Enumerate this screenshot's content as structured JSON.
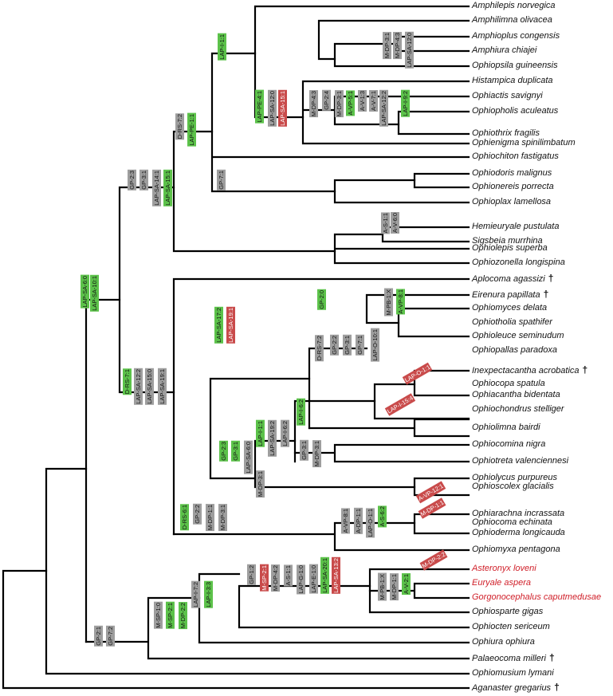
{
  "taxa": [
    {
      "name": "Amphilepis norvegica",
      "red": false,
      "extinct": false
    },
    {
      "name": "Amphilimna olivacea",
      "red": false,
      "extinct": false
    },
    {
      "name": "Amphioplus congensis",
      "red": false,
      "extinct": false
    },
    {
      "name": "Amphiura chiajei",
      "red": false,
      "extinct": false
    },
    {
      "name": "Ophiopsila guineensis",
      "red": false,
      "extinct": false
    },
    {
      "name": "Histampica duplicata",
      "red": false,
      "extinct": false
    },
    {
      "name": "Ophiactis savignyi",
      "red": false,
      "extinct": false
    },
    {
      "name": "Ophiopholis aculeatus",
      "red": false,
      "extinct": false
    },
    {
      "name": "Ophiothrix fragilis",
      "red": false,
      "extinct": false
    },
    {
      "name": "Ophienigma spinilimbatum",
      "red": false,
      "extinct": false
    },
    {
      "name": "Ophiochiton fastigatus",
      "red": false,
      "extinct": false
    },
    {
      "name": "Ophiodoris malignus",
      "red": false,
      "extinct": false
    },
    {
      "name": "Ophionereis porrecta",
      "red": false,
      "extinct": false
    },
    {
      "name": "Ophioplax lamellosa",
      "red": false,
      "extinct": false
    },
    {
      "name": "Hemieuryale pustulata",
      "red": false,
      "extinct": false
    },
    {
      "name": "Sigsbeia murrhina",
      "red": false,
      "extinct": false
    },
    {
      "name": "Ophiolepis superba",
      "red": false,
      "extinct": false
    },
    {
      "name": "Ophiozonella longispina",
      "red": false,
      "extinct": false
    },
    {
      "name": "Aplocoma agassizi",
      "red": false,
      "extinct": true
    },
    {
      "name": "Eirenura papillata",
      "red": false,
      "extinct": true
    },
    {
      "name": "Ophiomyces delata",
      "red": false,
      "extinct": false
    },
    {
      "name": "Ophiotholia spathifer",
      "red": false,
      "extinct": false
    },
    {
      "name": "Ophioleuce seminudum",
      "red": false,
      "extinct": false
    },
    {
      "name": "Ophiopallas paradoxa",
      "red": false,
      "extinct": false
    },
    {
      "name": "Inexpectacantha acrobatica",
      "red": false,
      "extinct": true
    },
    {
      "name": "Ophiocopa spatula",
      "red": false,
      "extinct": false
    },
    {
      "name": "Ophiacantha bidentata",
      "red": false,
      "extinct": false
    },
    {
      "name": "Ophiochondrus stelliger",
      "red": false,
      "extinct": false
    },
    {
      "name": "Ophiolimna bairdi",
      "red": false,
      "extinct": false
    },
    {
      "name": "Ophiocomina nigra",
      "red": false,
      "extinct": false
    },
    {
      "name": "Ophiotreta valenciennesi",
      "red": false,
      "extinct": false
    },
    {
      "name": "Ophiolycus purpureus",
      "red": false,
      "extinct": false
    },
    {
      "name": "Ophioscolex glacialis",
      "red": false,
      "extinct": false
    },
    {
      "name": "Ophiarachna incrassata",
      "red": false,
      "extinct": false
    },
    {
      "name": "Ophiocoma echinata",
      "red": false,
      "extinct": false
    },
    {
      "name": "Ophioderma longicauda",
      "red": false,
      "extinct": false
    },
    {
      "name": "Ophiomyxa pentagona",
      "red": false,
      "extinct": false
    },
    {
      "name": "Asteronyx loveni",
      "red": true,
      "extinct": false
    },
    {
      "name": "Euryale aspera",
      "red": true,
      "extinct": false
    },
    {
      "name": "Gorgonocephalus caputmedusae",
      "red": true,
      "extinct": false
    },
    {
      "name": "Ophiosparte gigas",
      "red": false,
      "extinct": false
    },
    {
      "name": "Ophiocten sericeum",
      "red": false,
      "extinct": false
    },
    {
      "name": "Ophiura ophiura",
      "red": false,
      "extinct": false
    },
    {
      "name": "Palaeocoma milleri",
      "red": false,
      "extinct": true
    },
    {
      "name": "Ophiomusium lymani",
      "red": false,
      "extinct": false
    },
    {
      "name": "Aganaster gregarius",
      "red": false,
      "extinct": true
    }
  ],
  "extinct_symbol": "†",
  "characters": [
    {
      "t": "LAP-I-1:1",
      "c": "gr"
    },
    {
      "t": "LAP-PE-4:1",
      "c": "gr"
    },
    {
      "t": "LAP-SA-12:0",
      "c": "g"
    },
    {
      "t": "LAP-SA-15:1",
      "c": "rd"
    },
    {
      "t": "M-DP-4:3",
      "c": "g"
    },
    {
      "t": "GP-2:4",
      "c": "g"
    },
    {
      "t": "M-DP-3:1",
      "c": "g"
    },
    {
      "t": "A-VP-5:1",
      "c": "gr"
    },
    {
      "t": "A-V-1:3",
      "c": "g"
    },
    {
      "t": "A-V-7:1",
      "c": "g"
    },
    {
      "t": "LAP-SA-12:2",
      "c": "g"
    },
    {
      "t": "LAP-I-9:2",
      "c": "gr"
    },
    {
      "t": "M-DP-3:1",
      "c": "g"
    },
    {
      "t": "M-DP-4:3",
      "c": "g"
    },
    {
      "t": "LAP-SA-12:0",
      "c": "g"
    },
    {
      "t": "LAP-PE-1:1",
      "c": "gr"
    },
    {
      "t": "D-RS-7:2",
      "c": "g"
    },
    {
      "t": "GP-7:1",
      "c": "g"
    },
    {
      "t": "GP-2:3",
      "c": "g"
    },
    {
      "t": "GP-3:1",
      "c": "g"
    },
    {
      "t": "LAP-SA-14:1",
      "c": "g"
    },
    {
      "t": "LAP-SA-15:1",
      "c": "gr"
    },
    {
      "t": "A-S-1:1",
      "c": "g"
    },
    {
      "t": "A-V-6:0",
      "c": "g"
    },
    {
      "t": "LAP-SA-10:1",
      "c": "gr"
    },
    {
      "t": "LAP-SA-6:0",
      "c": "gr"
    },
    {
      "t": "D-RS-7:1",
      "c": "gr"
    },
    {
      "t": "LAP-SA-12:2",
      "c": "g"
    },
    {
      "t": "LAP-SA-15:0",
      "c": "g"
    },
    {
      "t": "LAP-SA-19:1",
      "c": "g"
    },
    {
      "t": "LAP-SA-17:2",
      "c": "gr"
    },
    {
      "t": "LAP-SA-19:1",
      "c": "rd"
    },
    {
      "t": "GP-2:0",
      "c": "gr"
    },
    {
      "t": "M-PB-1:X",
      "c": "g"
    },
    {
      "t": "A-VP-8:1",
      "c": "gr"
    },
    {
      "t": "D-RS-7:2",
      "c": "g"
    },
    {
      "t": "GP-2:2",
      "c": "g"
    },
    {
      "t": "GP-3:1",
      "c": "g"
    },
    {
      "t": "GP-7:1",
      "c": "g"
    },
    {
      "t": "LAP-O-10:1",
      "c": "g"
    },
    {
      "t": "LAP-O-1:1",
      "c": "rd"
    },
    {
      "t": "LAP-I-15:4",
      "c": "rd"
    },
    {
      "t": "GP-2:3",
      "c": "gr"
    },
    {
      "t": "GP-3:1",
      "c": "gr"
    },
    {
      "t": "LAP-SA-6:0",
      "c": "g"
    },
    {
      "t": "LAP-I-1:1",
      "c": "gr"
    },
    {
      "t": "LAP-SA-19:2",
      "c": "g"
    },
    {
      "t": "LAP-I-6:2",
      "c": "g"
    },
    {
      "t": "LAP-I-6:2",
      "c": "gr"
    },
    {
      "t": "GP-3:1",
      "c": "g"
    },
    {
      "t": "M-DP-3:1",
      "c": "g"
    },
    {
      "t": "M-DP-3:1",
      "c": "g"
    },
    {
      "t": "D-RS-6:1",
      "c": "gr"
    },
    {
      "t": "GP-2:2",
      "c": "g"
    },
    {
      "t": "M-DP-1:1",
      "c": "g"
    },
    {
      "t": "M-DP-3:1",
      "c": "g"
    },
    {
      "t": "A-VP-8:1",
      "c": "g"
    },
    {
      "t": "A-DP-1:1",
      "c": "g"
    },
    {
      "t": "LAP-O-1:1",
      "c": "g"
    },
    {
      "t": "A-S-6:2",
      "c": "gr"
    },
    {
      "t": "A-VP-12:1",
      "c": "rd"
    },
    {
      "t": "M-DP-1:1",
      "c": "rd"
    },
    {
      "t": "GP-1:2",
      "c": "g"
    },
    {
      "t": "M-SP-2:1",
      "c": "rd"
    },
    {
      "t": "M-DP-4:2",
      "c": "g"
    },
    {
      "t": "A-S-1:1",
      "c": "g"
    },
    {
      "t": "LAP-G-1:0",
      "c": "g"
    },
    {
      "t": "LAP-E-1:0",
      "c": "g"
    },
    {
      "t": "LAP-SA-20:1",
      "c": "gr"
    },
    {
      "t": "LAP-SA-13:2",
      "c": "rd"
    },
    {
      "t": "M-PB-1:X",
      "c": "g"
    },
    {
      "t": "M-DP-1:1",
      "c": "g"
    },
    {
      "t": "A-V-2:1",
      "c": "gr"
    },
    {
      "t": "M-DP-2:2",
      "c": "rd"
    },
    {
      "t": "M-SP-1:0",
      "c": "g"
    },
    {
      "t": "M-SP-2:1",
      "c": "gr"
    },
    {
      "t": "M-DP-2:2",
      "c": "gr"
    },
    {
      "t": "LAP-I-7:2",
      "c": "g"
    },
    {
      "t": "LAP-I-3:3",
      "c": "gr"
    },
    {
      "t": "GP-2:1",
      "c": "g"
    },
    {
      "t": "GP-7:2",
      "c": "g"
    }
  ]
}
